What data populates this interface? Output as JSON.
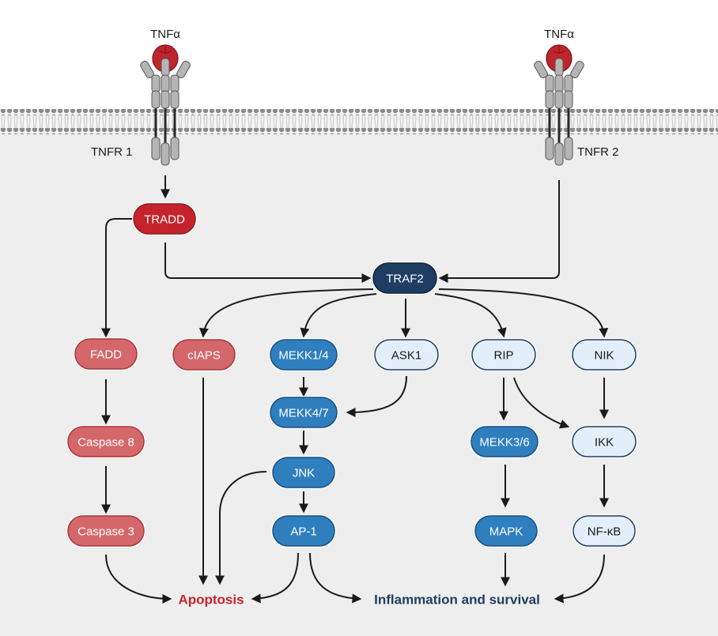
{
  "ligands": [
    {
      "id": "tnfa-1",
      "label": "TNFα"
    },
    {
      "id": "tnfa-2",
      "label": "TNFα"
    }
  ],
  "receptors": [
    {
      "id": "tnfr1",
      "label": "TNFR 1"
    },
    {
      "id": "tnfr2",
      "label": "TNFR 2"
    }
  ],
  "colors": {
    "background_cell": "#eeeeee",
    "membrane_head": "#8a8a8a",
    "membrane_tail": "#c8c8c8",
    "ligand": "#c0252d",
    "receptor": "#b5b5b5",
    "dark_red": "#c5232b",
    "light_red": "#d4676a",
    "navy": "#1f3d63",
    "mid_blue": "#2f7fbf",
    "light_blue": "#e2effa",
    "apoptosis_text": "#c5232b",
    "survival_text": "#1f3d63",
    "arrow": "#1a1a1a"
  },
  "nodes": {
    "tradd": {
      "label": "TRADD",
      "style": "dark_red"
    },
    "traf2": {
      "label": "TRAF2",
      "style": "navy"
    },
    "fadd": {
      "label": "FADD",
      "style": "light_red"
    },
    "ciaps": {
      "label": "cIAPS",
      "style": "light_red"
    },
    "mekk14": {
      "label": "MEKK1/4",
      "style": "mid_blue"
    },
    "ask1": {
      "label": "ASK1",
      "style": "light_blue"
    },
    "rip": {
      "label": "RIP",
      "style": "light_blue"
    },
    "nik": {
      "label": "NIK",
      "style": "light_blue"
    },
    "caspase8": {
      "label": "Caspase 8",
      "style": "light_red"
    },
    "mekk47": {
      "label": "MEKK4/7",
      "style": "mid_blue"
    },
    "mekk36": {
      "label": "MEKK3/6",
      "style": "mid_blue"
    },
    "ikk": {
      "label": "IKK",
      "style": "light_blue"
    },
    "jnk": {
      "label": "JNK",
      "style": "mid_blue"
    },
    "caspase3": {
      "label": "Caspase 3",
      "style": "light_red"
    },
    "ap1": {
      "label": "AP-1",
      "style": "mid_blue"
    },
    "mapk": {
      "label": "MAPK",
      "style": "mid_blue"
    },
    "nfkb": {
      "label": "NF-κB",
      "style": "light_blue"
    }
  },
  "outcomes": {
    "apoptosis": "Apoptosis",
    "survival": "Inflammation and survival"
  },
  "edges": [
    [
      "tnfr1",
      "tradd"
    ],
    [
      "tradd",
      "fadd"
    ],
    [
      "tradd",
      "traf2"
    ],
    [
      "tnfr2",
      "traf2"
    ],
    [
      "traf2",
      "ciaps"
    ],
    [
      "traf2",
      "mekk14"
    ],
    [
      "traf2",
      "ask1"
    ],
    [
      "traf2",
      "rip"
    ],
    [
      "traf2",
      "nik"
    ],
    [
      "fadd",
      "caspase8"
    ],
    [
      "caspase8",
      "caspase3"
    ],
    [
      "caspase3",
      "apoptosis"
    ],
    [
      "ciaps",
      "apoptosis"
    ],
    [
      "mekk14",
      "mekk47"
    ],
    [
      "ask1",
      "mekk47"
    ],
    [
      "mekk47",
      "jnk"
    ],
    [
      "jnk",
      "ap1"
    ],
    [
      "jnk",
      "apoptosis"
    ],
    [
      "ap1",
      "apoptosis"
    ],
    [
      "ap1",
      "survival"
    ],
    [
      "rip",
      "mekk36"
    ],
    [
      "rip",
      "ikk"
    ],
    [
      "nik",
      "ikk"
    ],
    [
      "mekk36",
      "mapk"
    ],
    [
      "mapk",
      "survival"
    ],
    [
      "ikk",
      "nfkb"
    ],
    [
      "nfkb",
      "survival"
    ]
  ]
}
